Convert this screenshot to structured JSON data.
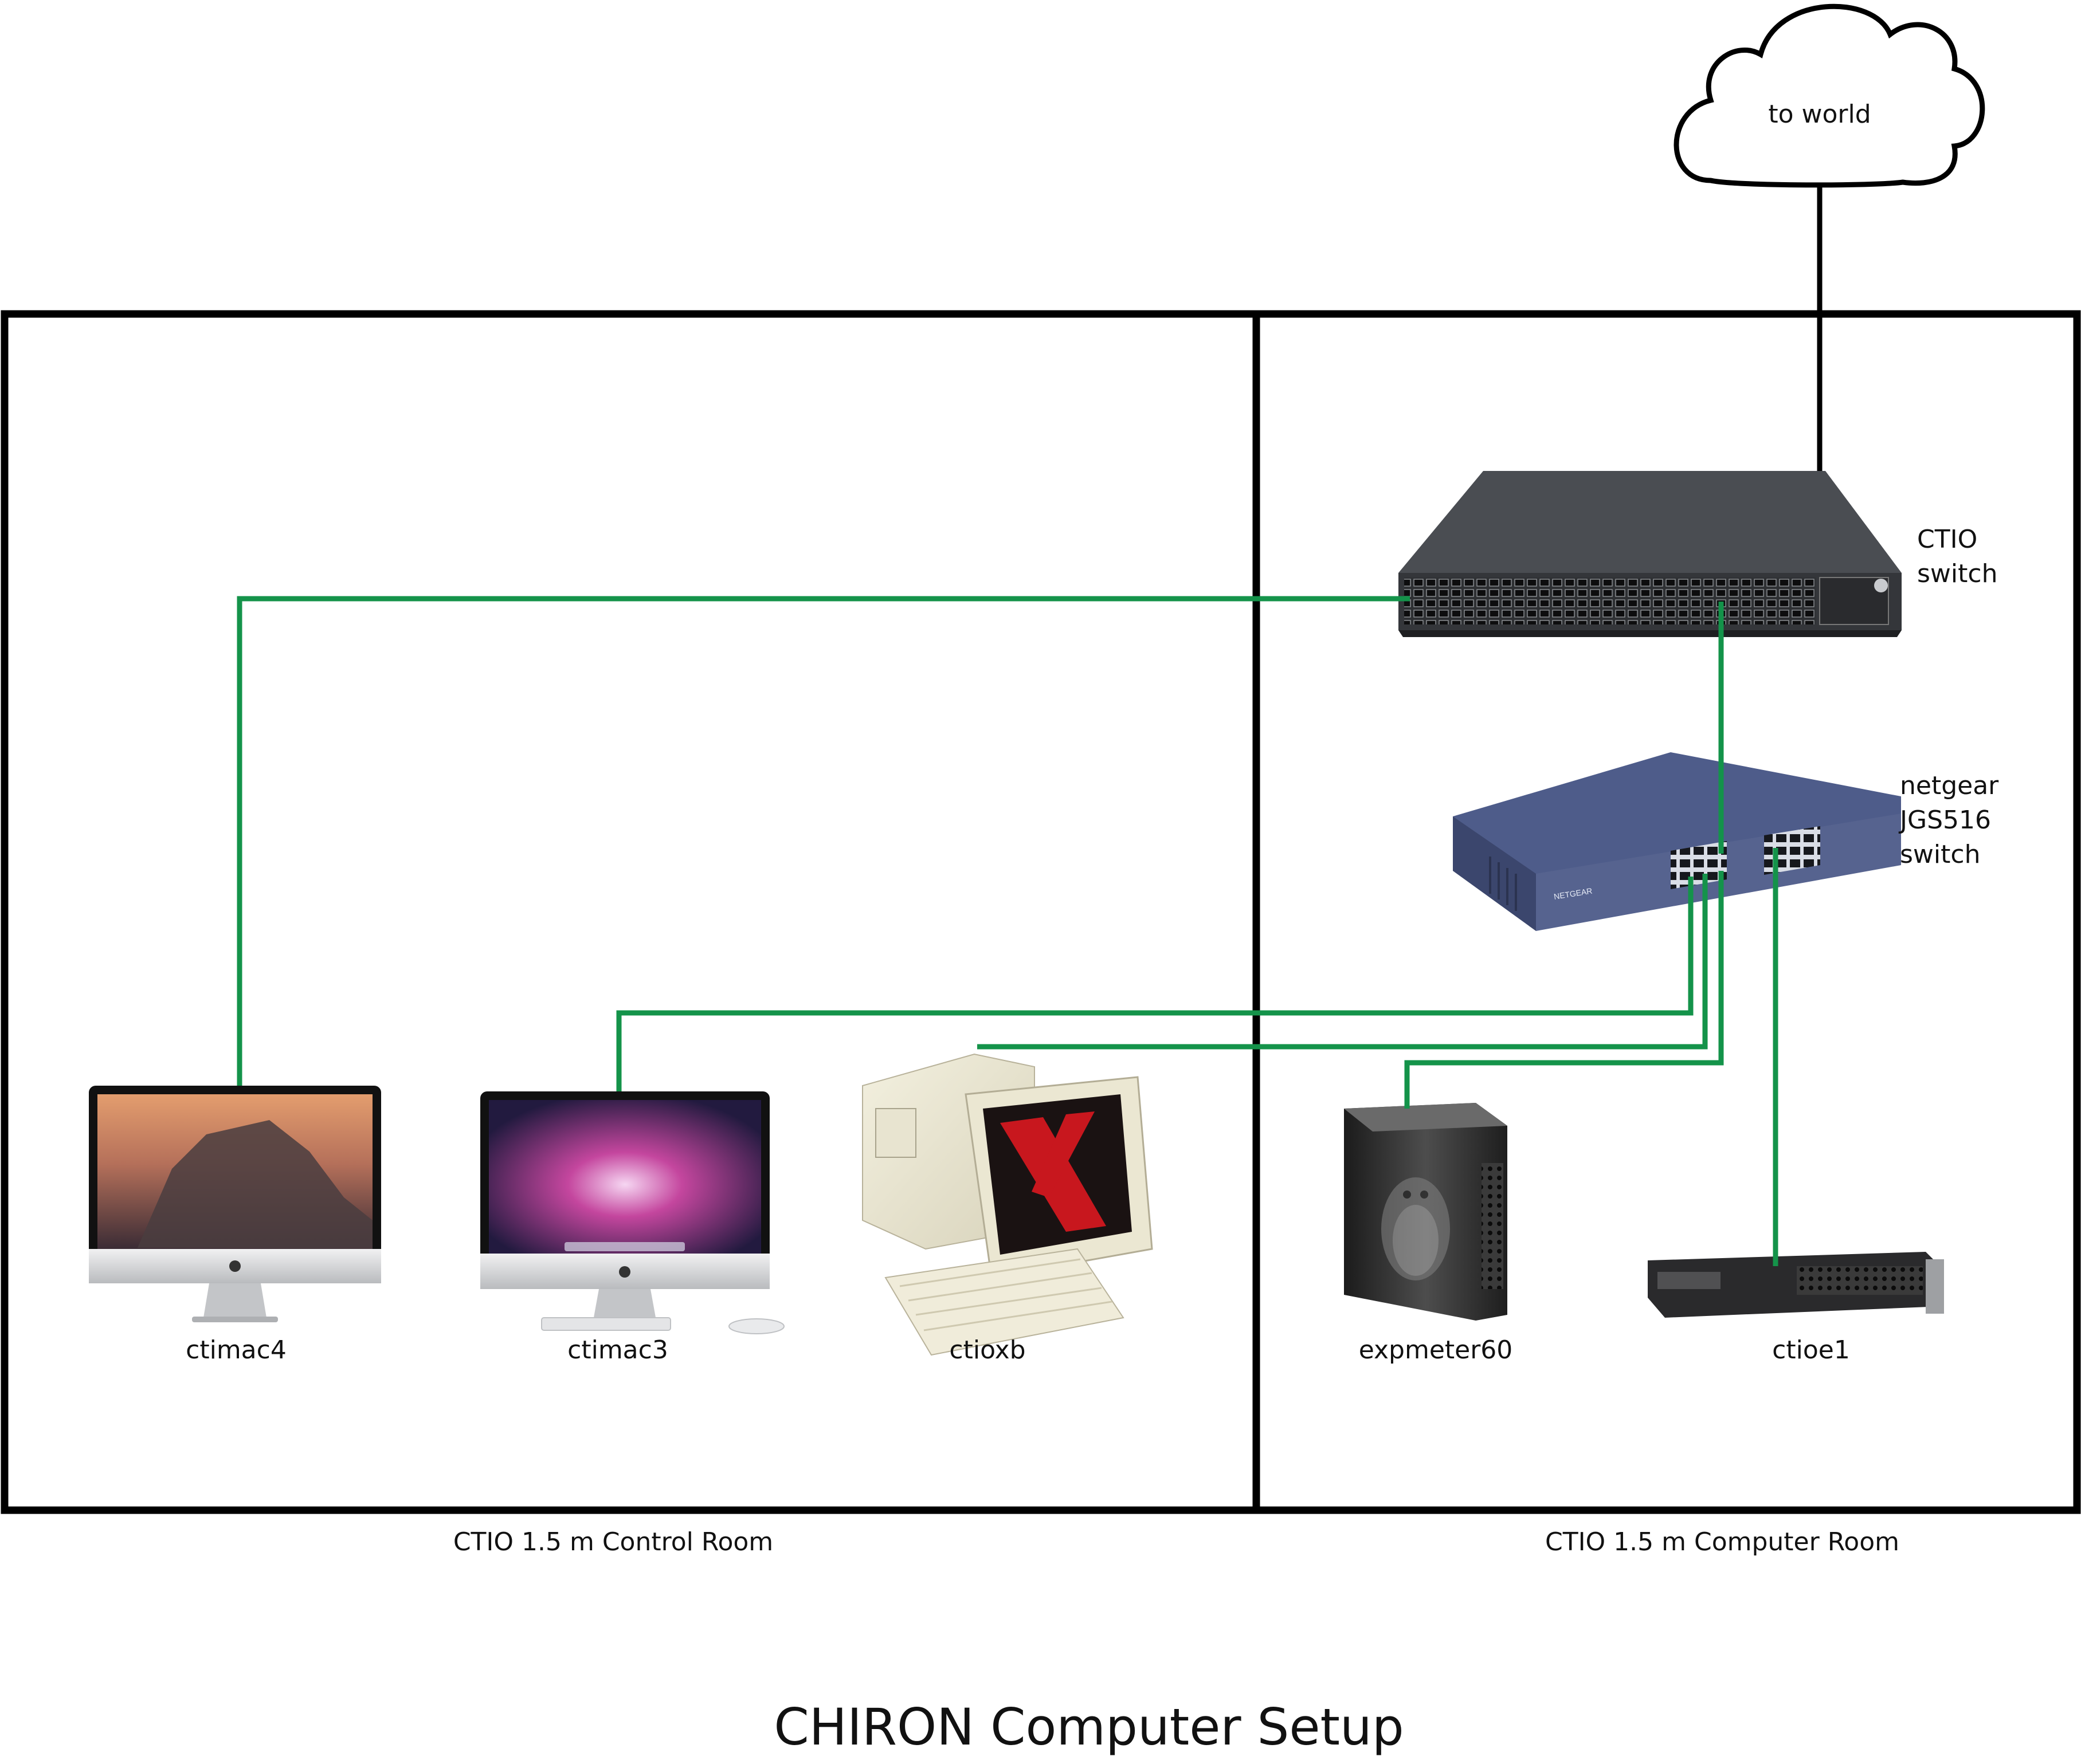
{
  "title": "CHIRON Computer Setup",
  "cloud": {
    "label": "to world"
  },
  "rooms": {
    "control_room": "CTIO 1.5 m Control Room",
    "computer_room": "CTIO 1.5 m Computer Room"
  },
  "switches": {
    "ctio": {
      "line1": "CTIO",
      "line2": "switch"
    },
    "netgear": {
      "line1": "netgear",
      "line2": "JGS516",
      "line3": "switch",
      "brand": "NETGEAR"
    }
  },
  "devices": {
    "ctimac4": "ctimac4",
    "ctimac3": "ctimac3",
    "ctioxb": "ctioxb",
    "expmeter60": "expmeter60",
    "ctioe1": "ctioe1"
  },
  "colors": {
    "link": "#14934a",
    "wall": "#000000",
    "hp_switch": "#45484d",
    "netgear": "#4a5884",
    "screen_x": "#c8171e"
  }
}
